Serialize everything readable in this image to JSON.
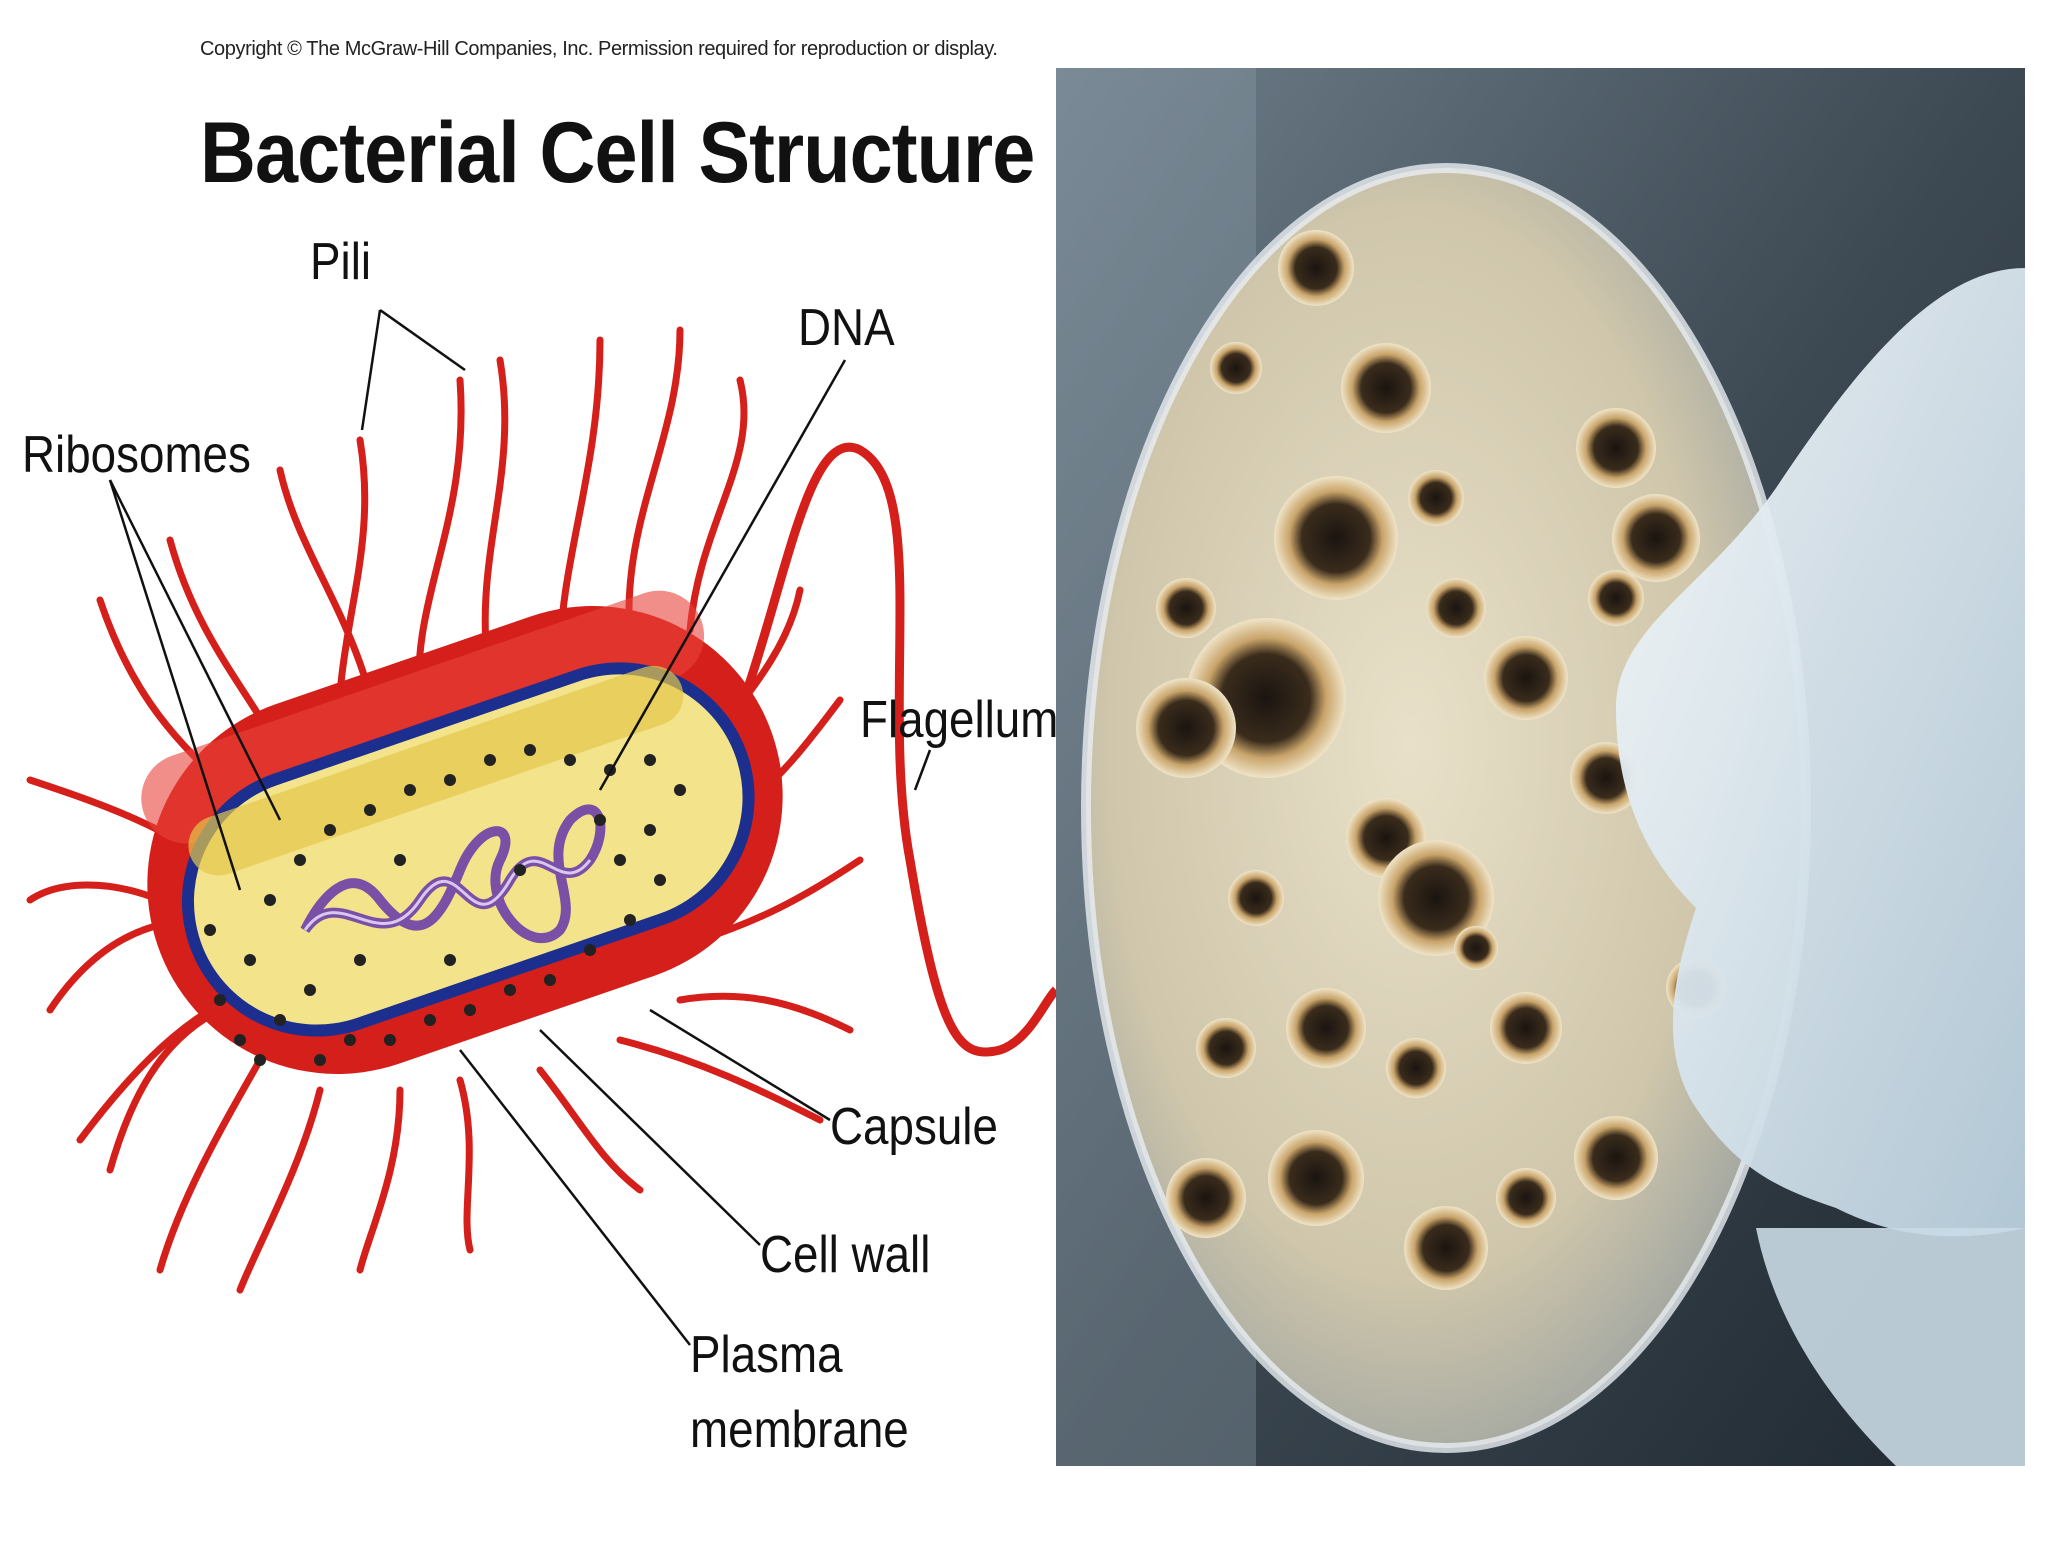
{
  "diagram": {
    "copyright": "Copyright © The McGraw-Hill Companies, Inc. Permission required for reproduction or display.",
    "title": "Bacterial Cell Structure",
    "labels": {
      "pili": "Pili",
      "dna": "DNA",
      "ribosomes": "Ribosomes",
      "flagellum": "Flagellum",
      "capsule": "Capsule",
      "cell_wall": "Cell wall",
      "plasma_line1": "Plasma",
      "plasma_line2": "membrane"
    },
    "colors": {
      "capsule": "#d41f1a",
      "cell_wall": "#1c2f8f",
      "cytoplasm": "#f3e48c",
      "dna": "#7a4fa6",
      "ribosome": "#222222"
    }
  },
  "photo": {
    "subject": "petri-dish-with-bacterial-colonies",
    "colors": {
      "background": "#2f3a44",
      "glove": "#dfe9f0",
      "agar": "#d9cdb0"
    }
  }
}
